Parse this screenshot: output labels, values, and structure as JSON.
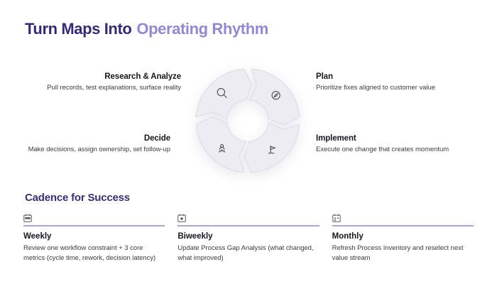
{
  "title": {
    "primary": "Turn Maps Into",
    "accent": "Operating Rhythm"
  },
  "colors": {
    "title_primary": "#342a7a",
    "title_accent": "#8f89d6",
    "cadence_heading": "#3a2d80",
    "divider": "#a9a4da",
    "segment_fill": "#ececf2",
    "segment_stroke": "#d8d8e3",
    "icon_stroke": "#4b4b55",
    "background": "#ffffff"
  },
  "cycle": {
    "steps": [
      {
        "name": "Research & Analyze",
        "description": "Pull records, test explanations, surface reality",
        "icon": "search-icon",
        "position": "top-left"
      },
      {
        "name": "Plan",
        "description": "Prioritize fixes aligned to customer value",
        "icon": "compass-icon",
        "position": "top-right"
      },
      {
        "name": "Decide",
        "description": "Make decisions, assign ownership, set follow-up",
        "icon": "person-network-icon",
        "position": "bottom-left"
      },
      {
        "name": "Implement",
        "description": "Execute one change that creates momentum",
        "icon": "flag-icon",
        "position": "bottom-right"
      }
    ]
  },
  "cadence": {
    "heading": "Cadence for Success",
    "items": [
      {
        "label": "Weekly",
        "description": "Review one workflow constraint + 3 core metrics (cycle time, rework, decision latency)",
        "icon": "calendar-icon"
      },
      {
        "label": "Biweekly",
        "description": "Update Process Gap Analysis (what changed, what improved)",
        "icon": "calendar-icon"
      },
      {
        "label": "Monthly",
        "description": "Refresh Process Inventory and reselect next value stream",
        "icon": "calendar-dates-icon"
      }
    ]
  }
}
